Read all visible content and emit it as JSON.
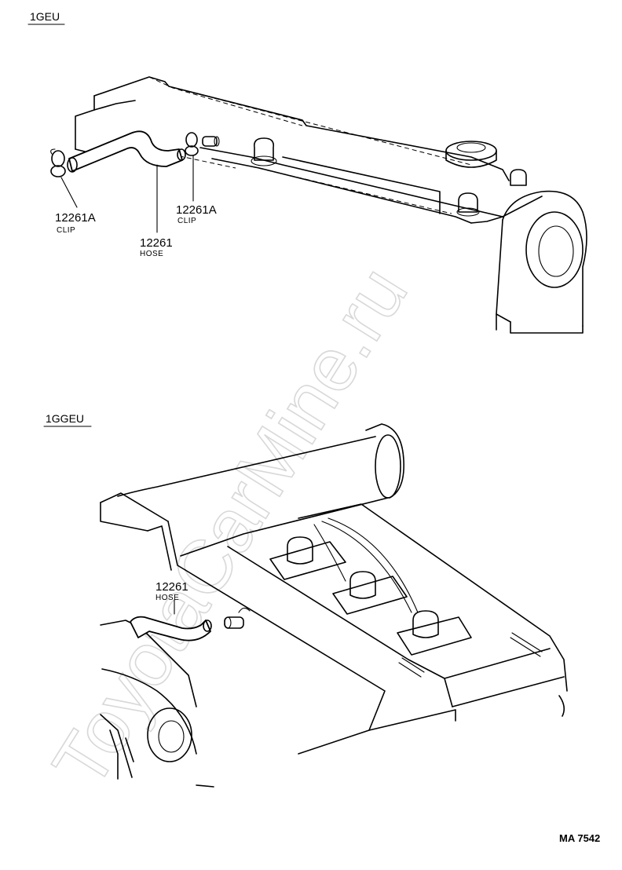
{
  "watermark": "ToyotaCarMine.ru",
  "sections": [
    {
      "label": "1GEU",
      "callouts": [
        {
          "part_number": "12261A",
          "part_name": "CLIP"
        },
        {
          "part_number": "12261",
          "part_name": "HOSE"
        },
        {
          "part_number": "12261A",
          "part_name": "CLIP"
        }
      ]
    },
    {
      "label": "1GGEU",
      "callouts": [
        {
          "part_number": "12261",
          "part_name": "HOSE"
        }
      ]
    }
  ],
  "figure_code": "MA 7542"
}
